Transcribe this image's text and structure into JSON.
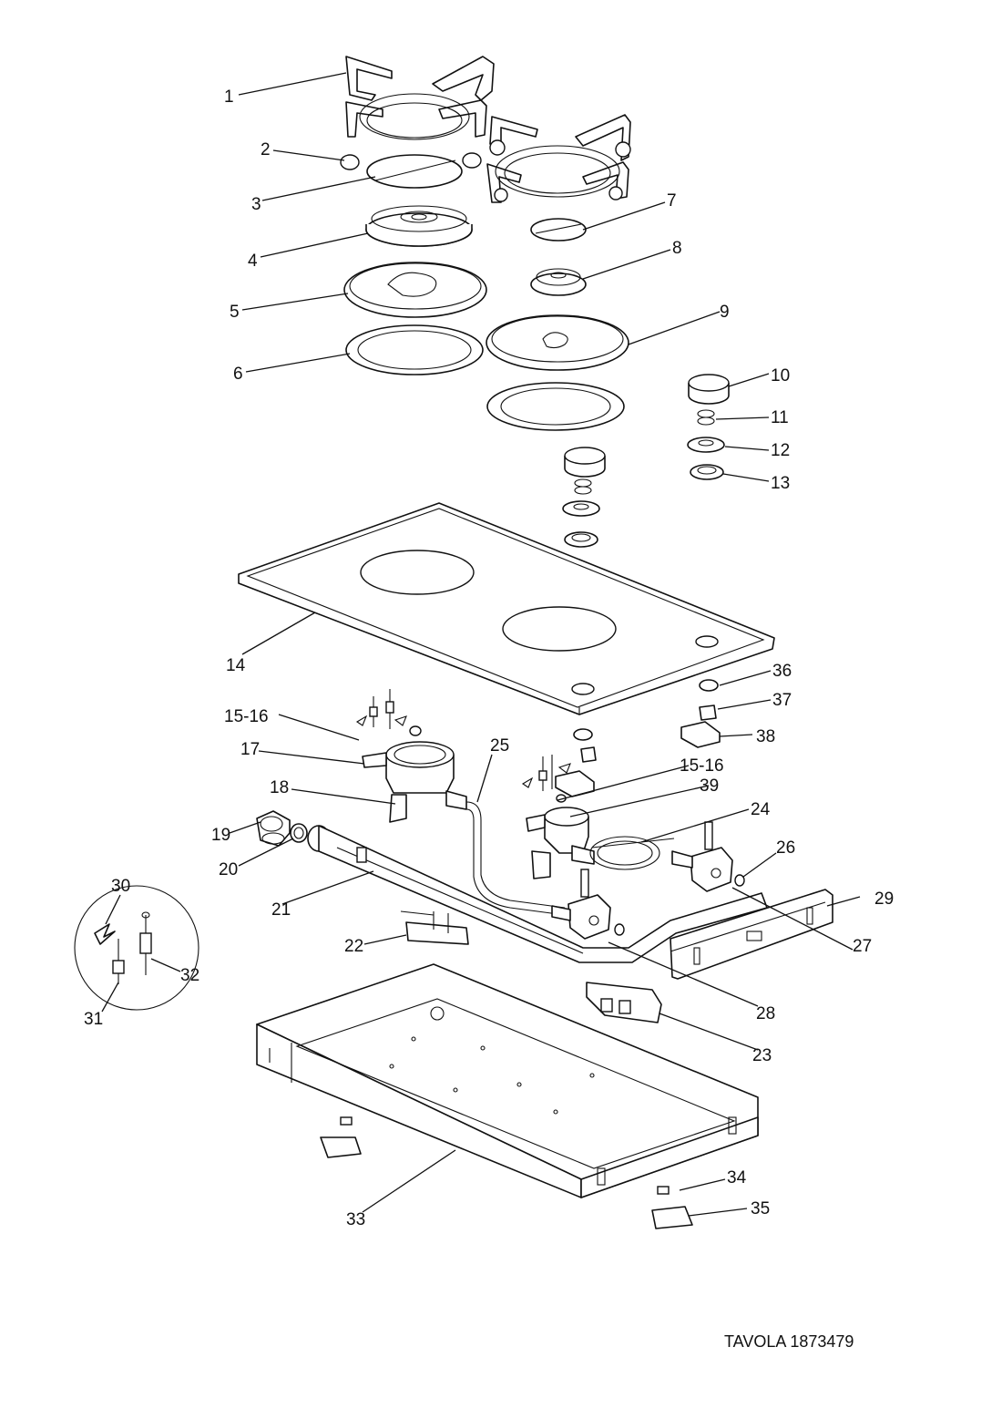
{
  "drawing": {
    "caption": "TAVOLA 1873479",
    "callouts": [
      {
        "id": "c1",
        "label": "1"
      },
      {
        "id": "c2",
        "label": "2"
      },
      {
        "id": "c3",
        "label": "3"
      },
      {
        "id": "c4",
        "label": "4"
      },
      {
        "id": "c5",
        "label": "5"
      },
      {
        "id": "c6",
        "label": "6"
      },
      {
        "id": "c7",
        "label": "7"
      },
      {
        "id": "c8",
        "label": "8"
      },
      {
        "id": "c9",
        "label": "9"
      },
      {
        "id": "c10",
        "label": "10"
      },
      {
        "id": "c11",
        "label": "11"
      },
      {
        "id": "c12",
        "label": "12"
      },
      {
        "id": "c13",
        "label": "13"
      },
      {
        "id": "c14",
        "label": "14"
      },
      {
        "id": "c15a",
        "label": "15-16"
      },
      {
        "id": "c15b",
        "label": "15-16"
      },
      {
        "id": "c17",
        "label": "17"
      },
      {
        "id": "c18",
        "label": "18"
      },
      {
        "id": "c19",
        "label": "19"
      },
      {
        "id": "c20",
        "label": "20"
      },
      {
        "id": "c21",
        "label": "21"
      },
      {
        "id": "c22",
        "label": "22"
      },
      {
        "id": "c23",
        "label": "23"
      },
      {
        "id": "c24",
        "label": "24"
      },
      {
        "id": "c25",
        "label": "25"
      },
      {
        "id": "c26",
        "label": "26"
      },
      {
        "id": "c27",
        "label": "27"
      },
      {
        "id": "c28",
        "label": "28"
      },
      {
        "id": "c29",
        "label": "29"
      },
      {
        "id": "c30",
        "label": "30"
      },
      {
        "id": "c31",
        "label": "31"
      },
      {
        "id": "c32",
        "label": "32"
      },
      {
        "id": "c33",
        "label": "33"
      },
      {
        "id": "c34",
        "label": "34"
      },
      {
        "id": "c35",
        "label": "35"
      },
      {
        "id": "c36",
        "label": "36"
      },
      {
        "id": "c37",
        "label": "37"
      },
      {
        "id": "c38",
        "label": "38"
      },
      {
        "id": "c39",
        "label": "39"
      }
    ]
  }
}
